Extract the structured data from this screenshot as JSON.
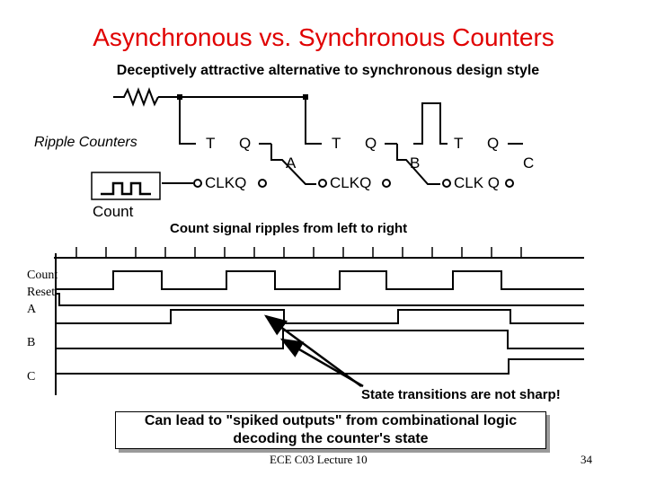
{
  "slide": {
    "title": "Asynchronous vs. Synchronous Counters",
    "subtitle": "Deceptively attractive alternative to synchronous design style",
    "footer": "ECE C03 Lecture 10",
    "page_number": "34"
  },
  "circuit": {
    "section_label": "Ripple Counters",
    "count_label": "Count",
    "flipflops": [
      {
        "t_label": "T",
        "q_label": "Q",
        "clk_label": "CLKQ",
        "output_label": "A"
      },
      {
        "t_label": "T",
        "q_label": "Q",
        "clk_label": "CLKQ",
        "output_label": "B"
      },
      {
        "t_label": "T",
        "q_label": "Q",
        "clk_label": "CLK Q",
        "output_label": "C"
      }
    ],
    "ripple_note": "Count signal ripples from left to right"
  },
  "timing": {
    "signals": [
      "Count",
      "Reset",
      "A",
      "B",
      "C"
    ],
    "transition_note": "State transitions are not sharp!",
    "spike_note": "Can lead to \"spiked outputs\" from combinational logic decoding the counter's state"
  },
  "colors": {
    "title": "#e00000",
    "ink": "#000000",
    "shadow": "#9a9a9a"
  }
}
